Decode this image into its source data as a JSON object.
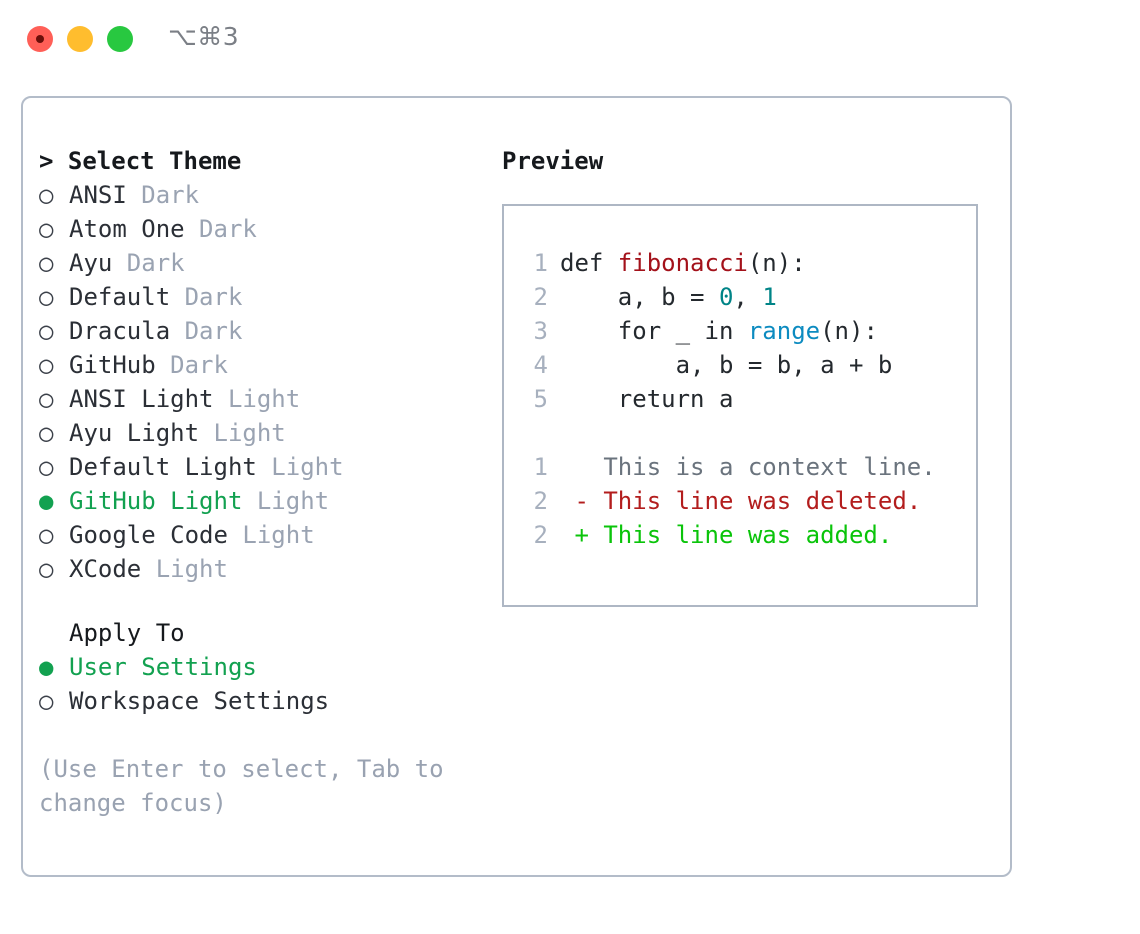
{
  "titlebar": {
    "shortcut": "⌥⌘3",
    "lights": [
      {
        "name": "close",
        "color": "#ff5f57"
      },
      {
        "name": "minimize",
        "color": "#ffbd2e"
      },
      {
        "name": "zoom",
        "color": "#28c840"
      }
    ]
  },
  "theme_section": {
    "caret": "> ",
    "heading": "Select Theme",
    "marker_on": "●",
    "marker_off": "○",
    "items": [
      {
        "label": "ANSI",
        "kind": "Dark",
        "selected": false
      },
      {
        "label": "Atom One",
        "kind": "Dark",
        "selected": false
      },
      {
        "label": "Ayu",
        "kind": "Dark",
        "selected": false
      },
      {
        "label": "Default",
        "kind": "Dark",
        "selected": false
      },
      {
        "label": "Dracula",
        "kind": "Dark",
        "selected": false
      },
      {
        "label": "GitHub",
        "kind": "Dark",
        "selected": false
      },
      {
        "label": "ANSI Light",
        "kind": "Light",
        "selected": false
      },
      {
        "label": "Ayu Light",
        "kind": "Light",
        "selected": false
      },
      {
        "label": "Default Light",
        "kind": "Light",
        "selected": false
      },
      {
        "label": "GitHub Light",
        "kind": "Light",
        "selected": true
      },
      {
        "label": "Google Code",
        "kind": "Light",
        "selected": false
      },
      {
        "label": "XCode",
        "kind": "Light",
        "selected": false
      }
    ]
  },
  "apply_section": {
    "heading": "Apply To",
    "items": [
      {
        "label": "User Settings",
        "selected": true
      },
      {
        "label": "Workspace Settings",
        "selected": false
      }
    ]
  },
  "hint": "(Use Enter to select, Tab to change focus)",
  "preview": {
    "title": "Preview",
    "code_lines": [
      {
        "no": "1",
        "tokens": [
          {
            "t": "def ",
            "c": "plain"
          },
          {
            "t": "fibonacci",
            "c": "fn"
          },
          {
            "t": "(n):",
            "c": "plain"
          }
        ]
      },
      {
        "no": "2",
        "tokens": [
          {
            "t": "    a, b = ",
            "c": "plain"
          },
          {
            "t": "0",
            "c": "num"
          },
          {
            "t": ", ",
            "c": "plain"
          },
          {
            "t": "1",
            "c": "num"
          }
        ]
      },
      {
        "no": "3",
        "tokens": [
          {
            "t": "    for _ in ",
            "c": "plain"
          },
          {
            "t": "range",
            "c": "call"
          },
          {
            "t": "(n):",
            "c": "plain"
          }
        ]
      },
      {
        "no": "4",
        "tokens": [
          {
            "t": "        a, b = b, a + b",
            "c": "plain"
          }
        ]
      },
      {
        "no": "5",
        "tokens": [
          {
            "t": "    return a",
            "c": "plain"
          }
        ]
      }
    ],
    "diff_lines": [
      {
        "no": "1",
        "sign": "  ",
        "text": "This is a context line.",
        "kind": "ctx"
      },
      {
        "no": "2",
        "sign": "- ",
        "text": "This line was deleted.",
        "kind": "del"
      },
      {
        "no": "2",
        "sign": "+ ",
        "text": "This line was added.",
        "kind": "add"
      }
    ]
  },
  "colors": {
    "accent_green": "#12a150",
    "diff_add": "#0ac40a",
    "diff_del": "#b31d1d",
    "muted": "#9aa3b2",
    "border": "#b3bcc9",
    "fn": "#a3111a",
    "num": "#008487",
    "call": "#0c8bc0"
  }
}
